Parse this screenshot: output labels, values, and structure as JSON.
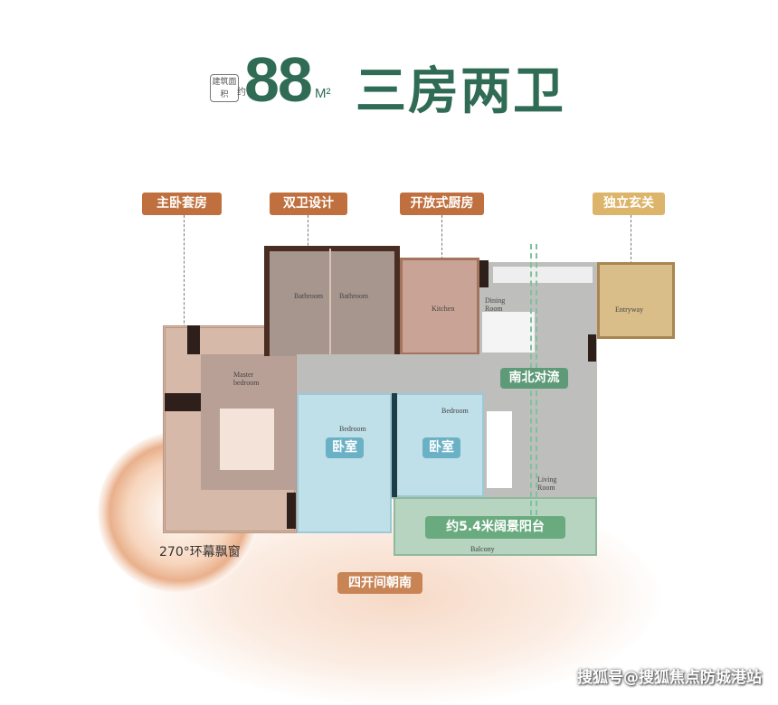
{
  "header": {
    "badge": "建筑面积",
    "approx": "约",
    "area": "88",
    "unit": "M²",
    "layout": "三房两卫"
  },
  "tags": [
    "主卧套房",
    "双卫设计",
    "开放式厨房",
    "独立玄关"
  ],
  "rooms": {
    "bathroom1": "Bathroom",
    "bathroom2": "Bathroom",
    "kitchen": "Kitchen",
    "dining": "Dining Room",
    "entryway": "Entryway",
    "master": "Master bedroom",
    "bedroom1": "Bedroom",
    "bedroom2": "Bedroom",
    "living": "Living Room",
    "balcony": "Balcony"
  },
  "callouts": {
    "ventilation": "南北对流",
    "bedroom1": "卧室",
    "bedroom2": "卧室",
    "balcony": "约5.4米阔景阳台",
    "bay_window": "270°环幕飘窗",
    "south": "四开间朝南"
  },
  "watermark": "搜狐号@搜狐焦点防城港站"
}
